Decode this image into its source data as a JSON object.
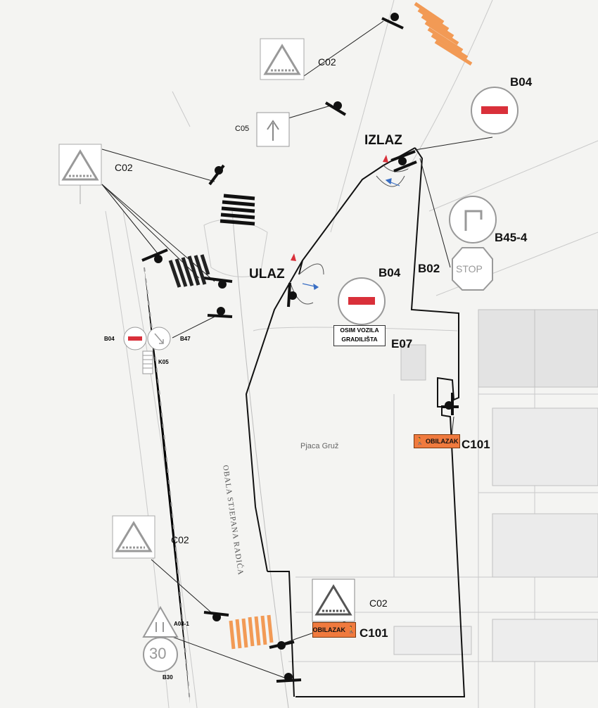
{
  "labels": {
    "izlaz": "IZLAZ",
    "ulaz": "ULAZ",
    "b04_top": "B04",
    "b04_mid": "B04",
    "b02": "B02",
    "b45_4": "B45-4",
    "c02_top": "C02",
    "c02_left": "C02",
    "c02_bottom_left": "C02",
    "c02_bottom_right": "C02",
    "c05": "C05",
    "e07": "E07",
    "c101_right": "C101",
    "c101_bottom": "C101",
    "b04_small": "B04",
    "b47": "B47",
    "k05": "K05",
    "a08_1": "A08-1",
    "b30": "B30"
  },
  "signs": {
    "stop_text": "STOP",
    "speed_limit": "30",
    "osim_line1": "OSIM VOZILA",
    "osim_line2": "GRADILIŠTA",
    "obilazak_right": "OBILAZAK",
    "obilazak_bottom": "OBILAZAK"
  },
  "map": {
    "street_name": "OBALA STJEPANA RADIĆA",
    "plaza_name": "Pjaca Gruž"
  },
  "colors": {
    "crosswalk_orange": "#f29a55",
    "sign_red": "#d9303a",
    "obilazak_orange": "#f07a3e",
    "route_line": "#111111",
    "arrow_blue": "#3a6fc4"
  }
}
